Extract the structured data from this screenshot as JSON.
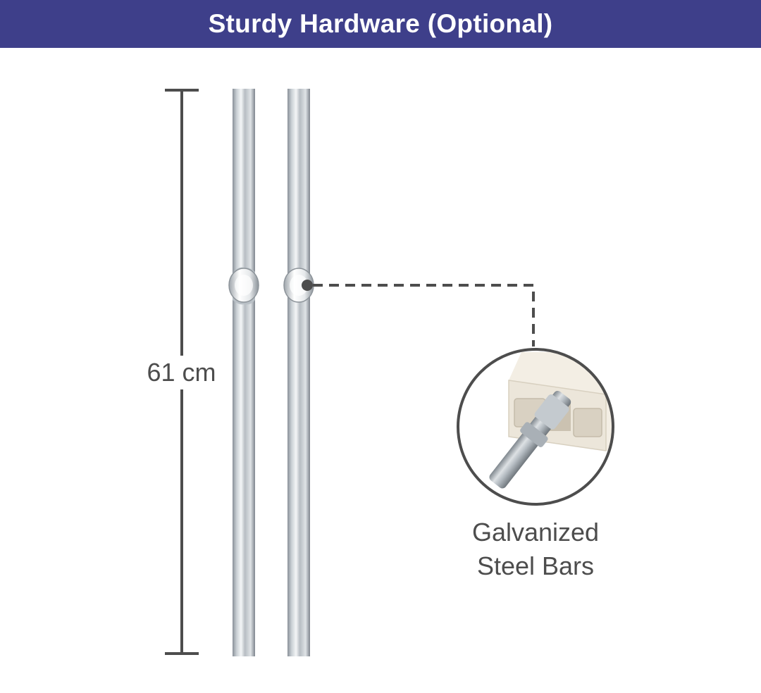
{
  "header": {
    "title": "Sturdy Hardware (Optional)",
    "background": "#3e3f8a",
    "text_color": "#ffffff"
  },
  "dimension": {
    "label": "61 cm",
    "line_color": "#4d4d4d"
  },
  "callout": {
    "line1": "Galvanized",
    "line2": "Steel Bars",
    "line_color": "#4d4d4d"
  },
  "icons": {
    "rods": "steel-rod-icon",
    "detail": "connector-detail-icon"
  }
}
